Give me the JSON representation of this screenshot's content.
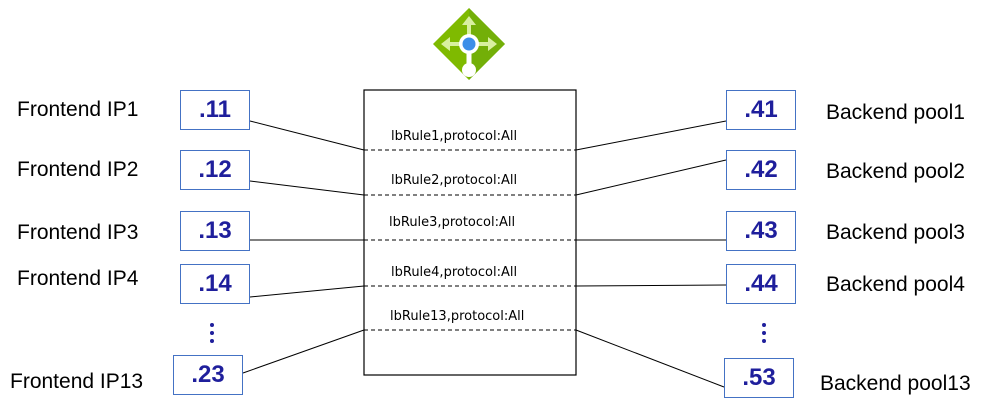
{
  "frontends": [
    {
      "name": "Frontend IP1",
      "ip": ".11"
    },
    {
      "name": "Frontend IP2",
      "ip": ".12"
    },
    {
      "name": "Frontend IP3",
      "ip": ".13"
    },
    {
      "name": "Frontend IP4",
      "ip": ".14"
    },
    {
      "name": "Frontend IP13",
      "ip": ".23"
    }
  ],
  "backends": [
    {
      "name": "Backend pool1",
      "ip": ".41"
    },
    {
      "name": "Backend pool2",
      "ip": ".42"
    },
    {
      "name": "Backend pool3",
      "ip": ".43"
    },
    {
      "name": "Backend pool4",
      "ip": ".44"
    },
    {
      "name": "Backend pool13",
      "ip": ".53"
    }
  ],
  "rules": [
    "lbRule1,protocol:All",
    "lbRule2,protocol:All",
    "lbRule3,protocol:All",
    "lbRule4,protocol:All",
    "lbRule13,protocol:All"
  ],
  "colors": {
    "box_border": "#4472c4",
    "ip_text": "#1f1f9c",
    "icon_green": "#7fba00",
    "icon_dark_green": "#5e9624",
    "icon_blue": "#3c8ee8"
  },
  "icons": {
    "load_balancer": "load-balancer-icon"
  }
}
